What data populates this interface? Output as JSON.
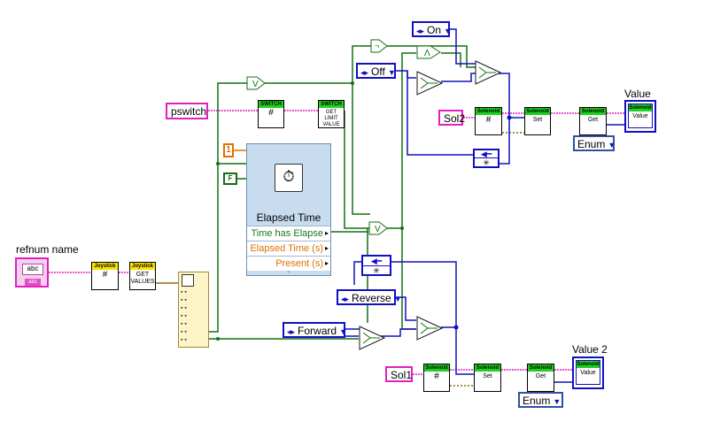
{
  "labels": {
    "refnum_name": "refnum name",
    "value": "Value",
    "value2": "Value 2"
  },
  "constants": {
    "pswitch": "pswitch",
    "sol2": "Sol2",
    "sol1": "Sol1",
    "num_one": "1",
    "bool_false": "F",
    "abc": "abc",
    "abc_small": "abc"
  },
  "enums": {
    "on": "On",
    "off": "Off",
    "reverse": "Reverse",
    "forward": "Forward",
    "enum_top": "Enum",
    "enum_bottom": "Enum"
  },
  "nodes": {
    "joystick_ref": {
      "hdr": "Joystick",
      "body": "#"
    },
    "joystick_get": {
      "hdr": "Joystick",
      "body": "GET VALUES"
    },
    "switch_ref": {
      "hdr": "SWITCH",
      "body": "#"
    },
    "switch_get": {
      "hdr": "SWITCH",
      "body": "GET LIMIT VALUE"
    },
    "sol2_ref": {
      "hdr": "Solenoid",
      "body": "#"
    },
    "sol2_set": {
      "hdr": "Solenoid",
      "body": "Set"
    },
    "sol2_get": {
      "hdr": "Solenoid",
      "body": "Get"
    },
    "sol1_ref": {
      "hdr": "Solenoid",
      "body": "#"
    },
    "sol1_set": {
      "hdr": "Solenoid",
      "body": "Set"
    },
    "sol1_get": {
      "hdr": "Solenoid",
      "body": "Get"
    },
    "ind_top": {
      "hdr": "Solenoid",
      "body": "Value"
    },
    "ind_bottom": {
      "hdr": "Solenoid",
      "body": "Value"
    }
  },
  "elapsed_time": {
    "title": "Elapsed Time",
    "outputs": [
      "Time has Elapse",
      "Elapsed Time (s)",
      "Present (s)"
    ],
    "output_colors": [
      "#1a7a1a",
      "#e07000",
      "#e07000"
    ]
  },
  "logic": {
    "or_symbol": "V",
    "and_symbol": "Λ",
    "not_symbol": "¬",
    "mult_symbol": "✳"
  },
  "colors": {
    "enum_wire": "#1010c0",
    "bool_wire": "#107010",
    "ref_wire": "#e020c0",
    "num_wire": "#e07000",
    "cluster_wire": "#8a6a10"
  }
}
